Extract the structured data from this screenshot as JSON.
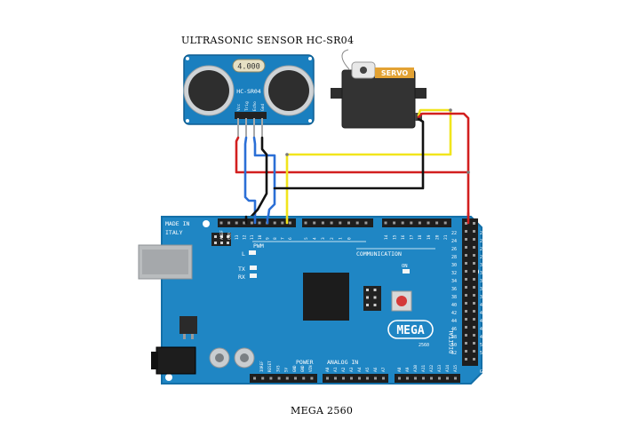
{
  "titles": {
    "sensor": "ULTRASONIC SENSOR HC-SR04",
    "board": "MEGA 2560"
  },
  "sensor": {
    "crystal": "4.000",
    "model": "HC-SR04",
    "pins": [
      "Vcc",
      "Trig",
      "Echo",
      "Gnd"
    ]
  },
  "servo": {
    "label": "SERVO"
  },
  "board": {
    "made_in": "MADE IN",
    "italy": "ITALY",
    "logo": "MEGA",
    "logo_sub": "2560",
    "pwm": "PWM",
    "communication": "COMMUNICATION",
    "digital": "DIGITAL",
    "power": "POWER",
    "analog_in": "ANALOG IN",
    "led_l": "L",
    "led_tx": "TX",
    "led_rx": "RX",
    "led_on": "ON",
    "gnd": "GND",
    "aref": "AREF",
    "top_header_labels": [
      "AREF",
      "GND",
      "13",
      "12",
      "11",
      "10",
      "9",
      "8",
      "7",
      "6",
      "5",
      "4",
      "3",
      "2",
      "1",
      "0",
      "14",
      "15",
      "16",
      "17",
      "18",
      "19",
      "20",
      "21"
    ],
    "right_header_left": [
      "22",
      "24",
      "26",
      "28",
      "30",
      "32",
      "34",
      "36",
      "38",
      "40",
      "42",
      "44",
      "46",
      "48",
      "50",
      "52"
    ],
    "right_header_right": [
      "23",
      "25",
      "27",
      "29",
      "31",
      "33",
      "35",
      "37",
      "39",
      "41",
      "43",
      "45",
      "47",
      "49",
      "51",
      "53"
    ],
    "power_labels": [
      "IOREF",
      "RESET",
      "3V3",
      "5V",
      "GND",
      "GND",
      "VIN"
    ],
    "analog_labels": [
      "A0",
      "A1",
      "A2",
      "A3",
      "A4",
      "A5",
      "A6",
      "A7",
      "A8",
      "A9",
      "A10",
      "A11",
      "A12",
      "A13",
      "A14",
      "A15"
    ]
  },
  "colors": {
    "board": "#1f86c4",
    "board_edge": "#136fa8",
    "wire_red": "#d21f1f",
    "wire_black": "#111111",
    "wire_blue": "#2b6fd6",
    "wire_yellow": "#f1e51c",
    "servo_body": "#333333",
    "servo_label": "#e3a233"
  }
}
